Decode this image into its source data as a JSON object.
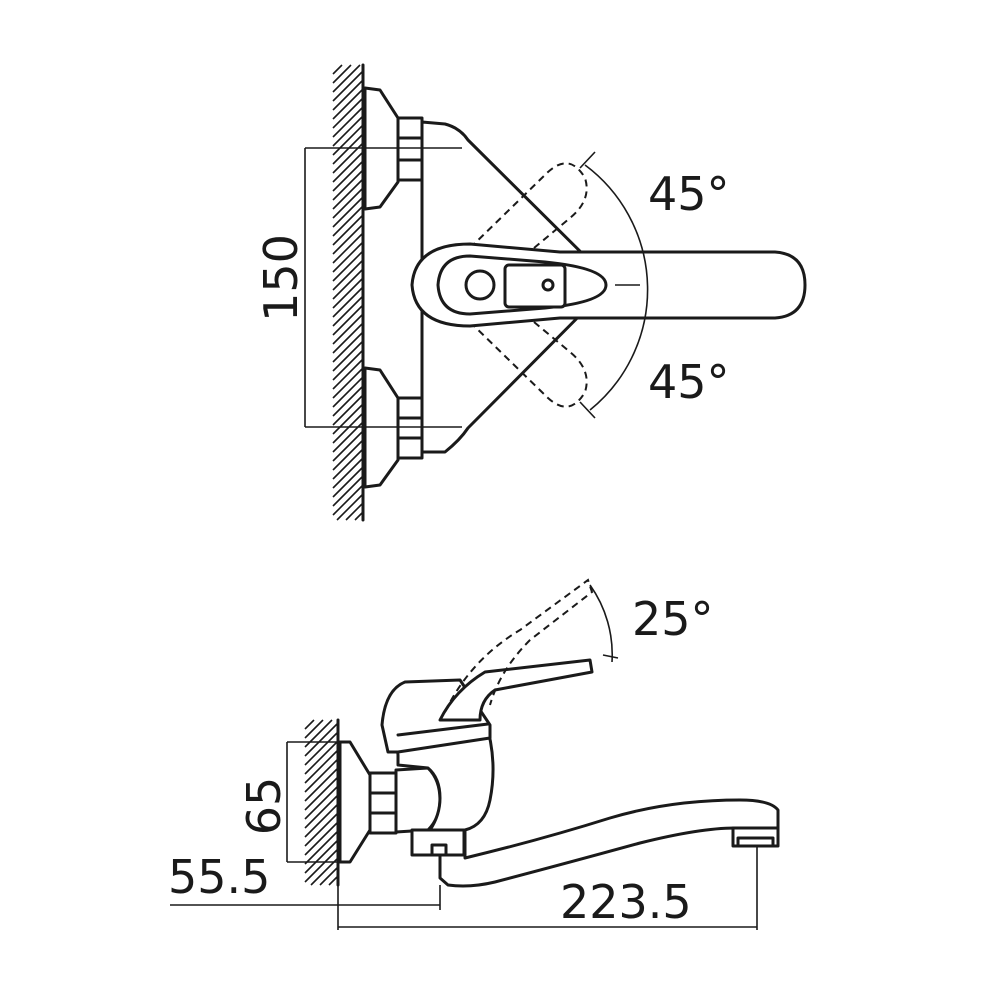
{
  "labels": {
    "top_height": "150",
    "angle_upper": "45°",
    "angle_lower": "45°",
    "angle_side": "25°",
    "side_height": "65",
    "side_offset": "55.5",
    "side_length": "223.5"
  },
  "colors": {
    "line": "#1a1a1a",
    "background": "#ffffff"
  }
}
